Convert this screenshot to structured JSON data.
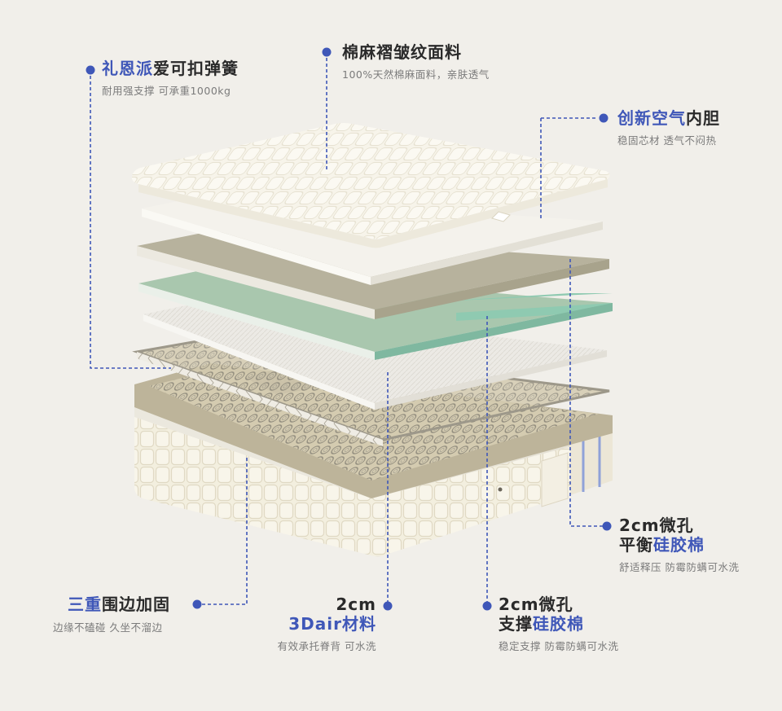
{
  "callouts": {
    "spring": {
      "title_accent": "礼恩派",
      "title_rest": "爱可扣弹簧",
      "desc": "耐用强支撑 可承重1000kg"
    },
    "top_fabric": {
      "title": "棉麻褶皱纹面料",
      "desc": "100%天然棉麻面料，亲肤透气"
    },
    "air_core": {
      "title_accent": "创新空气",
      "title_rest": "内胆",
      "desc": "稳固芯材 透气不闷热"
    },
    "balance_foam": {
      "line1": "2cm微孔",
      "line2_rest": "平衡",
      "line2_accent": "硅胶棉",
      "desc": "舒适释压 防霉防螨可水洗"
    },
    "edge": {
      "title_accent": "三重",
      "title_rest": "围边加固",
      "desc": "边缘不磕碰 久坐不溜边"
    },
    "three_d_air": {
      "line1": "2cm",
      "line2_accent": "3Dair材料",
      "desc": "有效承托脊背 可水洗"
    },
    "support_foam": {
      "line1": "2cm微孔",
      "line2_rest": "支撑",
      "line2_accent": "硅胶棉",
      "desc": "稳定支撑 防霉防螨可水洗"
    }
  },
  "colors": {
    "accent": "#3f57b8",
    "background": "#f1efea",
    "fabric": "#f7f4ea",
    "taupe_layer": "#b7b29d",
    "green_layer": "#a9c7ae",
    "mint_layer": "#8fcab1",
    "spring_base": "#cfc6a6"
  }
}
